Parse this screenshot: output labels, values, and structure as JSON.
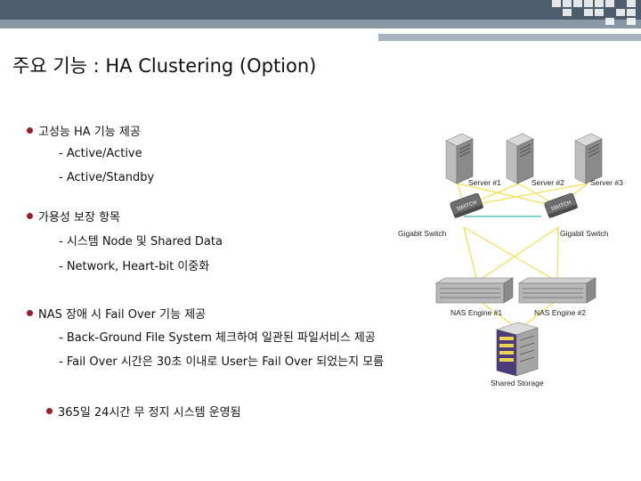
{
  "title": "주요 기능 : HA Clustering (Option)",
  "bullets": [
    {
      "text": "고성능 HA 기능 제공",
      "subs": [
        "- Active/Active",
        "- Active/Standby"
      ]
    },
    {
      "text": "가용성 보장 항목",
      "subs": [
        "- 시스템 Node 및 Shared Data",
        "- Network, Heart-bit 이중화"
      ]
    },
    {
      "text": "NAS 장애 시 Fail Over 기능 제공",
      "subs": [
        "- Back-Ground File System 체크하여 일관된 파일서비스 제공",
        "- Fail Over 시간은 30초 이내로 User는 Fail Over 되었는지 모름"
      ]
    },
    {
      "text": "365일 24시간 무 정지 시스템 운영됨",
      "subs": []
    }
  ],
  "diagram": {
    "servers": [
      "Server #1",
      "Server #2",
      "Server #3"
    ],
    "switches": [
      "Gigabit Switch",
      "Gigabit Switch"
    ],
    "switch_badge": "SWITCH",
    "nas": [
      "NAS Engine #1",
      "NAS Engine #2"
    ],
    "storage": "Shared Storage"
  },
  "colors": {
    "topbar": "#4d5d6b",
    "bullet_dot": "#9b1d2f",
    "link_yellow": "#f2e25a",
    "link_teal": "#5bbfbf"
  }
}
